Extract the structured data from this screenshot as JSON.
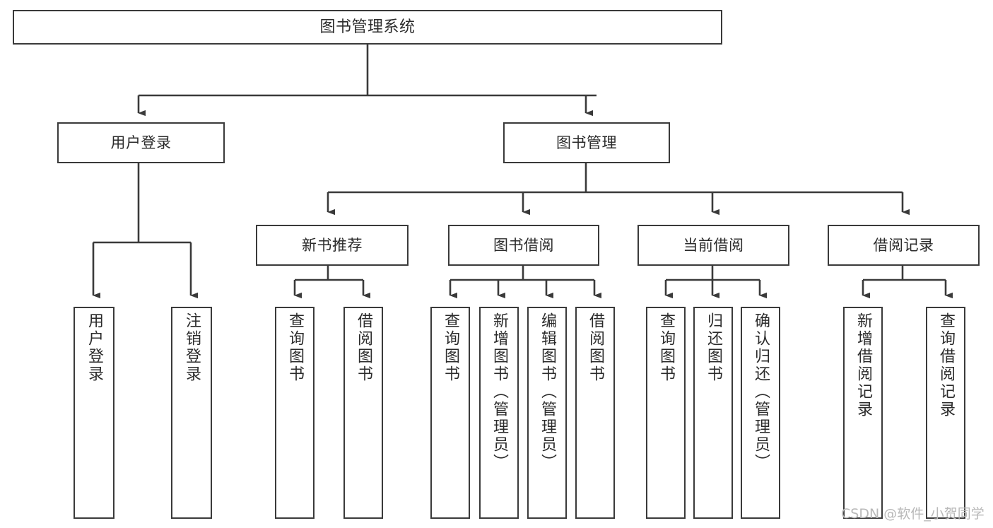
{
  "diagram": {
    "title": "图书管理系统",
    "type": "hierarchy-tree",
    "orientation": "top-down",
    "colors": {
      "node_border": "#3a3a3a",
      "node_fill": "#ffffff",
      "edge": "#3a3a3a",
      "text": "#2b2b2b",
      "watermark": "#b8b8b8",
      "background": "#ffffff"
    },
    "levels": [
      {
        "level": 1,
        "nodes": [
          {
            "id": "root",
            "label": "图书管理系统"
          }
        ]
      },
      {
        "level": 2,
        "nodes": [
          {
            "id": "user-login",
            "label": "用户登录",
            "parent": "root"
          },
          {
            "id": "book-manage",
            "label": "图书管理",
            "parent": "root"
          }
        ]
      },
      {
        "level": 3,
        "nodes": [
          {
            "id": "new-book-rec",
            "label": "新书推荐",
            "parent": "book-manage"
          },
          {
            "id": "book-borrow",
            "label": "图书借阅",
            "parent": "book-manage"
          },
          {
            "id": "current-borrow",
            "label": "当前借阅",
            "parent": "book-manage"
          },
          {
            "id": "borrow-record",
            "label": "借阅记录",
            "parent": "book-manage"
          }
        ]
      },
      {
        "level": 4,
        "nodes": [
          {
            "id": "leaf-user-login",
            "label": "用户登录",
            "parent": "user-login"
          },
          {
            "id": "leaf-logout-login",
            "label": "注销登录",
            "parent": "user-login"
          },
          {
            "id": "leaf-query-book-1",
            "label": "查询图书",
            "parent": "new-book-rec"
          },
          {
            "id": "leaf-borrow-book-1",
            "label": "借阅图书",
            "parent": "new-book-rec"
          },
          {
            "id": "leaf-query-book-2",
            "label": "查询图书",
            "parent": "book-borrow"
          },
          {
            "id": "leaf-add-book",
            "label": "新增图书（管理员）",
            "parent": "book-borrow"
          },
          {
            "id": "leaf-edit-book",
            "label": "编辑图书（管理员）",
            "parent": "book-borrow"
          },
          {
            "id": "leaf-borrow-book-2",
            "label": "借阅图书",
            "parent": "book-borrow"
          },
          {
            "id": "leaf-query-book-3",
            "label": "查询图书",
            "parent": "current-borrow"
          },
          {
            "id": "leaf-return-book",
            "label": "归还图书",
            "parent": "current-borrow"
          },
          {
            "id": "leaf-confirm-return",
            "label": "确认归还（管理员）",
            "parent": "current-borrow"
          },
          {
            "id": "leaf-add-record",
            "label": "新增借阅记录",
            "parent": "borrow-record"
          },
          {
            "id": "leaf-query-record",
            "label": "查询借阅记录",
            "parent": "borrow-record"
          }
        ]
      }
    ]
  },
  "watermark": {
    "text": "CSDN @软件_小贺同学"
  }
}
